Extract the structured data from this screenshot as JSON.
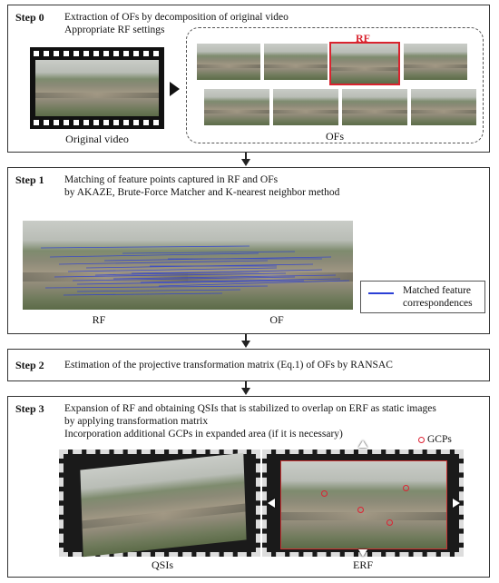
{
  "step0": {
    "label": "Step 0",
    "line1": "Extraction of OFs by decomposition of original video",
    "line2": "Appropriate RF settings",
    "rf_tag": "RF",
    "video_caption": "Original video",
    "ofs_caption": "OFs"
  },
  "step1": {
    "label": "Step 1",
    "line1": "Matching of feature points captured in RF and OFs",
    "line2": "by AKAZE, Brute-Force Matcher and K-nearest neighbor method",
    "rf_caption": "RF",
    "of_caption": "OF",
    "legend_line1": "Matched feature",
    "legend_line2": "correspondences"
  },
  "step2": {
    "label": "Step 2",
    "line1": "Estimation of the projective transformation matrix (Eq.1) of OFs by RANSAC"
  },
  "step3": {
    "label": "Step 3",
    "line1": "Expansion of RF and obtaining QSIs that is stabilized to overlap on ERF as static images",
    "line2": "by applying transformation matrix",
    "line3": "Incorporation additional GCPs in expanded area (if it is necessary)",
    "gcp_legend": "GCPs",
    "qsi_caption": "QSIs",
    "erf_caption": "ERF"
  },
  "colors": {
    "rf_highlight": "#d9232e",
    "match_lines": "#2b3fd6",
    "gcp": "#d23a2a"
  }
}
